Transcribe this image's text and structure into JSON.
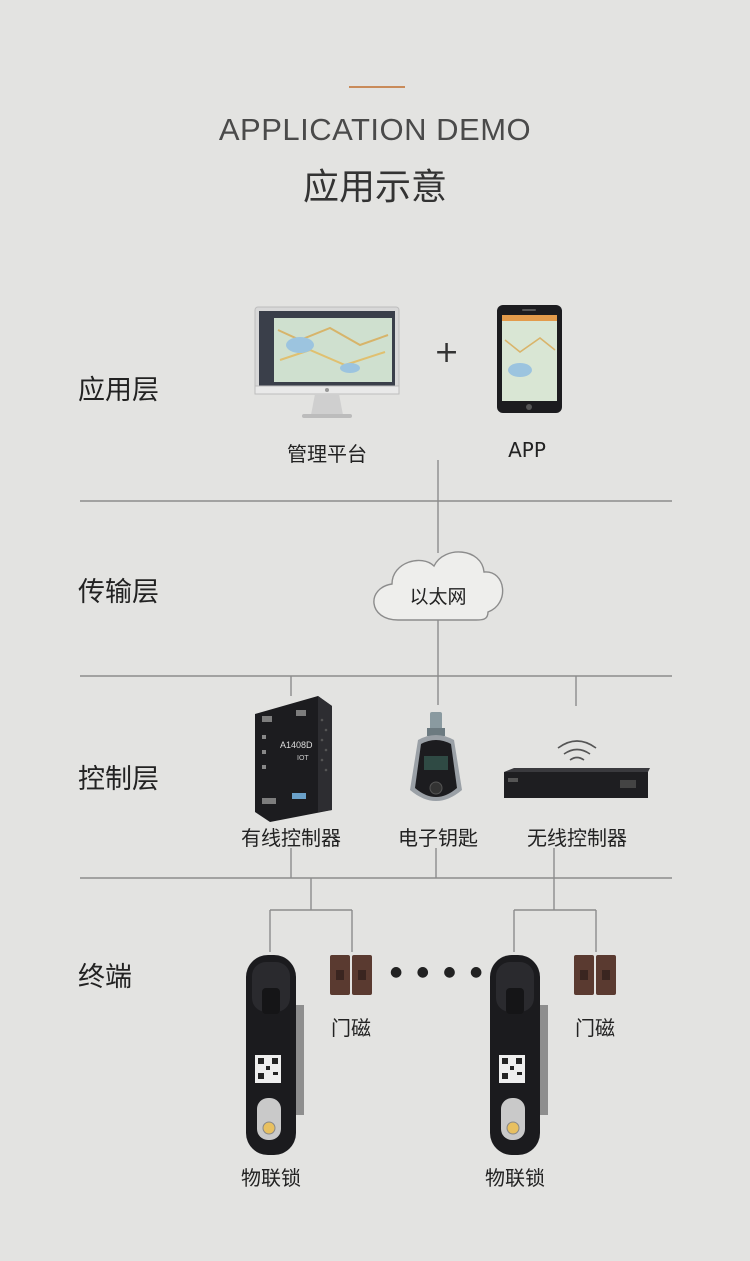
{
  "header": {
    "title_en": "APPLICATION DEMO",
    "title_cn": "应用示意"
  },
  "layers": {
    "application": "应用层",
    "transport": "传输层",
    "control": "控制层",
    "terminal": "终端"
  },
  "application": {
    "platform_label": "管理平台",
    "plus": "+",
    "app_label": "APP"
  },
  "transport": {
    "cloud_label": "以太网"
  },
  "control": {
    "wired_label": "有线控制器",
    "wired_model": "A1408D",
    "wired_sub": "IOT",
    "ekey_label": "电子钥匙",
    "wireless_label": "无线控制器"
  },
  "terminal": {
    "lock_label_1": "物联锁",
    "sensor_label_1": "门磁",
    "ellipsis": "● ● ● ●",
    "lock_label_2": "物联锁",
    "sensor_label_2": "门磁"
  },
  "colors": {
    "background": "#e3e3e1",
    "accent": "#c98b5a",
    "line": "#8c8c8c",
    "device_dark": "#1f1f22",
    "sensor_brown": "#5a3a30"
  }
}
